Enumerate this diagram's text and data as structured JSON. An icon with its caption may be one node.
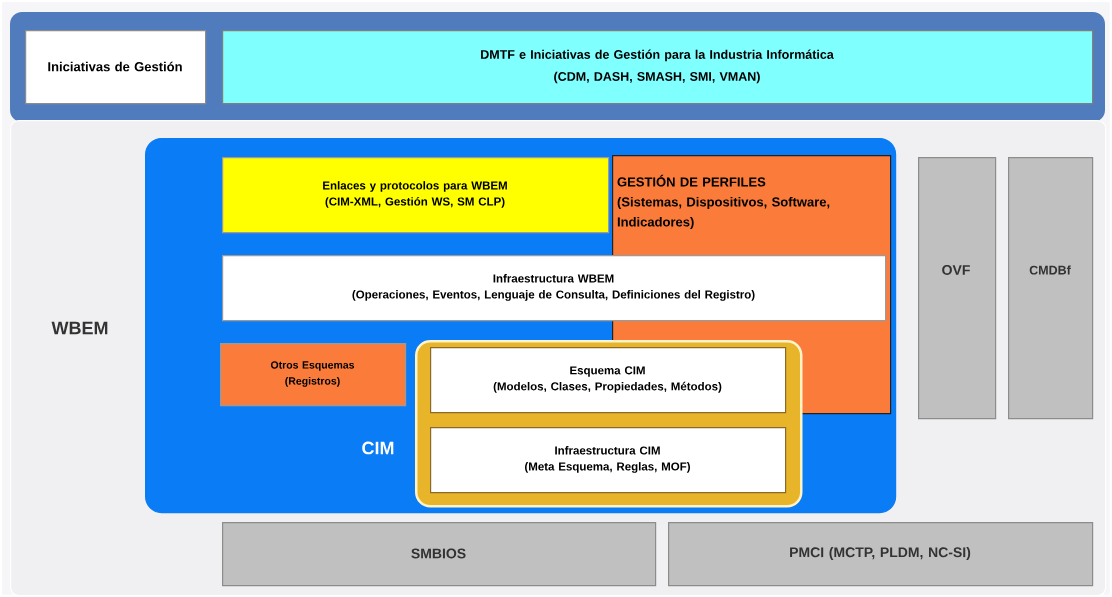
{
  "diagram": {
    "nodes": [
      {
        "text": [
          "Iniciativas de Gestión"
        ]
      },
      {
        "text": [
          "DMTF e Iniciativas de Gestión para la Industria Informática",
          "(CDM, DASH, SMASH, SMI, VMAN)"
        ]
      },
      {
        "text": [
          "WBEM"
        ]
      },
      {
        "text": [
          "CIM"
        ],
        "in": 2
      },
      {
        "text": [
          "Enlaces y protocolos para WBEM",
          "(CIM-XML, Gestión WS, SM CLP)"
        ],
        "in": 3
      },
      {
        "text": [
          "GESTIÓN DE PERFILES",
          "(Sistemas, Dispositivos, Software, Indicadores)"
        ],
        "in": 3
      },
      {
        "text": [
          "Infraestructura WBEM",
          "(Operaciones, Eventos, Lenguaje de Consulta, Definiciones del Registro)"
        ],
        "in": 3
      },
      {
        "text": [
          "Otros Esquemas",
          "(Registros)"
        ],
        "in": 3
      },
      {
        "text": [],
        "shape": "box",
        "in": 3
      },
      {
        "text": [
          "Esquema CIM",
          "(Modelos, Clases, Propiedades, Métodos)"
        ],
        "in": 8
      },
      {
        "text": [
          "Infraestructura CIM",
          "(Meta Esquema, Reglas, MOF)"
        ],
        "in": 8
      },
      {
        "text": [
          "OVF"
        ],
        "in": 2
      },
      {
        "text": [
          "CMDBf"
        ],
        "in": 2
      },
      {
        "text": [
          "SMBIOS"
        ],
        "in": 2
      },
      {
        "text": [
          "PMCI (MCTP, PLDM, NC-SI)"
        ],
        "in": 2
      }
    ]
  }
}
